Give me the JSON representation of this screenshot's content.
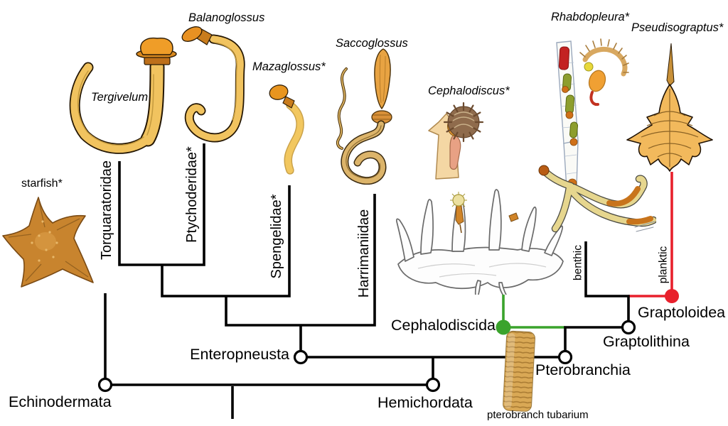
{
  "figure": {
    "genus_labels": {
      "tergivelum": "Tergivelum",
      "balanoglossus": "Balanoglossus",
      "mazaglossus": "Mazaglossus*",
      "saccoglossus": "Saccoglossus",
      "cephalodiscus": "Cephalodiscus*",
      "rhabdopleura": "Rhabdopleura*",
      "pseudisograptus": "Pseudisograptus*"
    },
    "taxon_labels": {
      "starfish": "starfish*"
    },
    "family_labels": {
      "torquaratoridae": "Torquaratoridae",
      "ptychoderidae": "Ptychoderidae*",
      "spengelidae": "Spengelidae*",
      "harrimaniidae": "Harrimaniidae"
    },
    "clade_labels": {
      "echinodermata": "Echinodermata",
      "hemichordata": "Hemichordata",
      "enteropneusta": "Enteropneusta",
      "pterobranchia": "Pterobranchia",
      "cephalodiscida": "Cephalodiscida",
      "graptolithina": "Graptolithina",
      "graptoloidea": "Graptoloidea"
    },
    "ecology_labels": {
      "benthic": "benthic",
      "planktic": "planktic"
    },
    "captions": {
      "pterobranch_tubarium": "pterobranch tubarium"
    },
    "colors": {
      "tree_black": "#000000",
      "cephalodiscida_green": "#3aa32c",
      "graptoloidea_red": "#e8202c"
    },
    "nodes": [
      {
        "label": "Echinodermata",
        "marker": "open circle"
      },
      {
        "label": "Enteropneusta",
        "marker": "open circle"
      },
      {
        "label": "Hemichordata",
        "marker": "open circle"
      },
      {
        "label": "Pterobranchia",
        "marker": "open circle"
      },
      {
        "label": "Graptolithina",
        "marker": "open circle"
      },
      {
        "label": "Cephalodiscida",
        "marker": "filled circle",
        "color": "#3aa32c"
      },
      {
        "label": "Graptoloidea",
        "marker": "filled circle",
        "color": "#e8202c"
      }
    ]
  }
}
